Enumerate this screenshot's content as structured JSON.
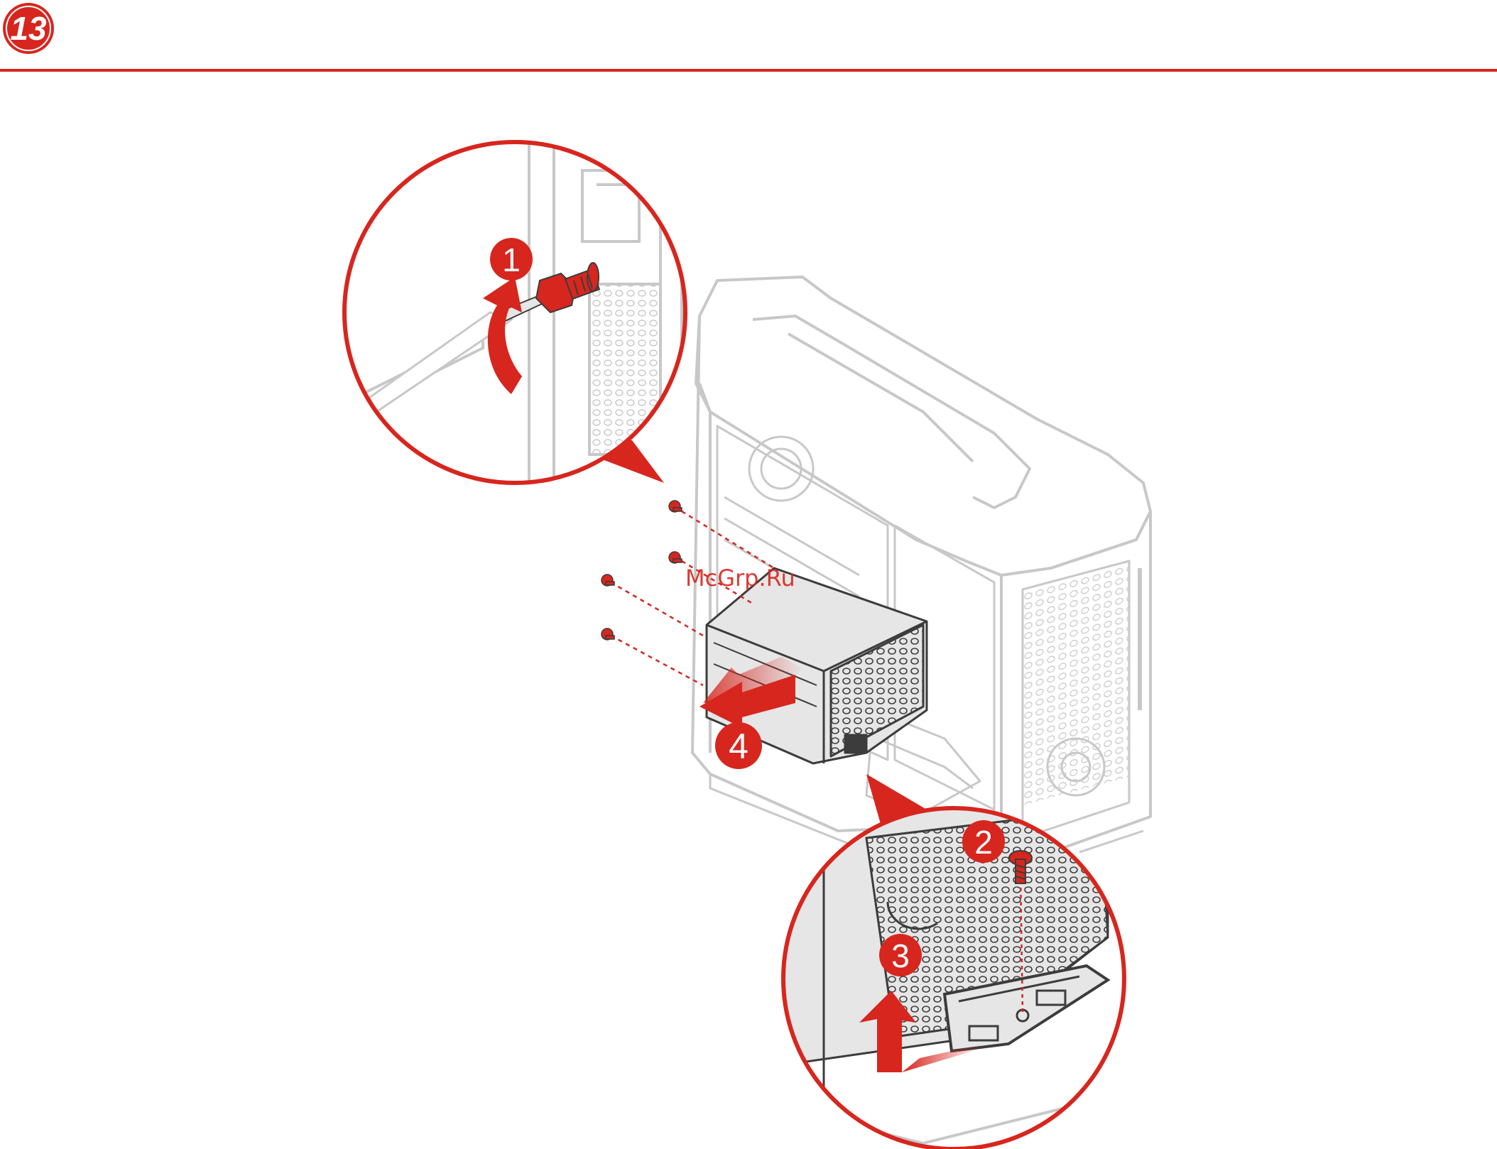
{
  "header": {
    "step_number": "13"
  },
  "callouts": [
    {
      "id": "1",
      "label": "1"
    },
    {
      "id": "2",
      "label": "2"
    },
    {
      "id": "3",
      "label": "3"
    },
    {
      "id": "4",
      "label": "4"
    }
  ],
  "watermark": "McGrp.Ru",
  "colors": {
    "accent_red": "#d7261e",
    "line_gray": "#c8c8c8",
    "part_gray": "#e6e6e6",
    "dark_gray": "#3c3c3c"
  },
  "icons": {
    "step_badge": "red-circle-badge",
    "screw": "screw-icon",
    "screwdriver": "screwdriver-icon",
    "arrow": "red-arrow-icon"
  }
}
